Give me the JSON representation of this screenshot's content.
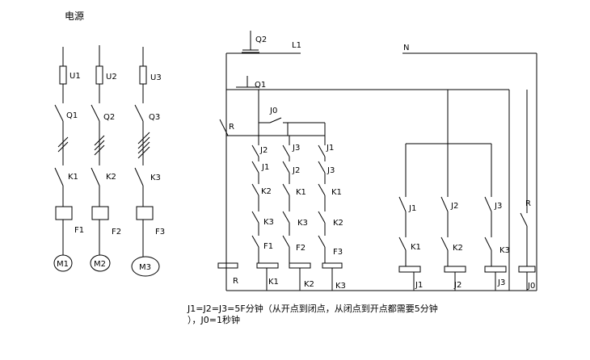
{
  "title": "电源",
  "motor_branches": [
    {
      "fuse": "U1",
      "breaker": "Q1",
      "contactor": "K1",
      "overload": "F1",
      "motor": "M1"
    },
    {
      "fuse": "U2",
      "breaker": "Q2",
      "contactor": "K2",
      "overload": "F2",
      "motor": "M2"
    },
    {
      "fuse": "U3",
      "breaker": "Q3",
      "contactor": "K3",
      "overload": "F3",
      "motor": "M3"
    }
  ],
  "control": {
    "main_switch": "Q2",
    "line_label": "L1",
    "neutral_label": "N",
    "control_switch": "Q1",
    "timer0_contact": "J0",
    "relay_contact": "R",
    "columns": [
      {
        "c1": "J2",
        "c2": "J1",
        "c3": "K2",
        "c4": "K3",
        "c5": "F1",
        "coil": "K1"
      },
      {
        "c1": "J3",
        "c2": "J2",
        "c3": "K1",
        "c4": "K3",
        "c5": "F2",
        "coil": "K2"
      },
      {
        "c1": "J1",
        "c2": "J3",
        "c3": "K1",
        "c4": "K2",
        "c5": "F3",
        "coil": "K3"
      }
    ],
    "relay_coil": "R",
    "timer_columns": [
      {
        "contact": "J1",
        "k_contact": "K1",
        "coil": "J1"
      },
      {
        "contact": "J2",
        "k_contact": "K2",
        "coil": "J2"
      },
      {
        "contact": "J3",
        "k_contact": "K3",
        "coil": "J3"
      }
    ],
    "r_contact_right": "R",
    "j0_coil": "J0"
  },
  "note": {
    "line1": "J1=J2=J3=5F分钟（从开点到闭点，从闭点到开点都需要5分钟",
    "line2": "），J0=1秒钟"
  }
}
